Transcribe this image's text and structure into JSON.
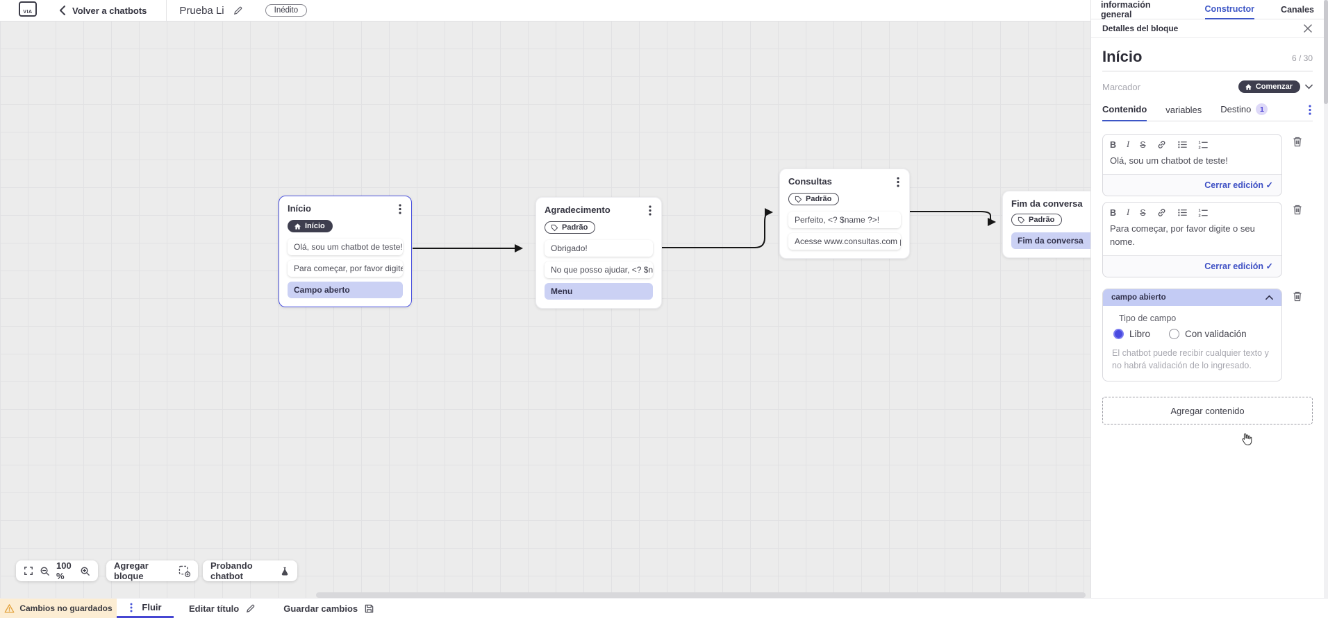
{
  "header": {
    "logo": "VIA",
    "back_label": "Volver a chatbots",
    "title": "Prueba Li",
    "status_badge": "Inédito"
  },
  "top_tabs": {
    "general": "información general",
    "constructor": "Constructor",
    "channels": "Canales"
  },
  "canvas": {
    "zoom_level": "100 %",
    "add_block": "Agregar bloque",
    "test_chatbot": "Probando chatbot",
    "nodes": [
      {
        "title": "Início",
        "badge": "Início",
        "items": [
          "Olá, sou um chatbot de teste!",
          "Para começar, por favor digite o ...",
          "Campo aberto"
        ]
      },
      {
        "title": "Agradecimento",
        "badge": "Padrão",
        "items": [
          "Obrigado!",
          "No que posso ajudar, <? $name ...",
          "Menu"
        ]
      },
      {
        "title": "Consultas",
        "badge": "Padrão",
        "items": [
          "Perfeito, <? $name ?>!",
          "Acesse www.consultas.com par..."
        ]
      },
      {
        "title": "Fim da conversa",
        "badge": "Padrão",
        "items": [
          "Fim da conversa"
        ]
      }
    ]
  },
  "panel": {
    "header": "Detalles del bloque",
    "block_name": "Início",
    "char_counter": "6 / 30",
    "marker_label": "Marcador",
    "marker_value": "Comenzar",
    "tabs": {
      "content": "Contenido",
      "variables": "variables",
      "destination": "Destino",
      "destination_badge": "1"
    },
    "editors": [
      {
        "text": "Olá, sou um chatbot de teste!",
        "close_label": "Cerrar edición"
      },
      {
        "text": "Para começar, por favor digite o seu nome.",
        "close_label": "Cerrar edición"
      }
    ],
    "open_field": {
      "title": "campo abierto",
      "type_label": "Tipo de campo",
      "option_free": "Libro",
      "option_validated": "Con validación",
      "description": "El chatbot puede recibir cualquier texto y no habrá validación de lo ingresado."
    },
    "add_content": "Agregar contenido"
  },
  "footer": {
    "unsaved": "Cambios no guardados",
    "flow_tab": "Fluir",
    "edit_title": "Editar título",
    "save": "Guardar cambios"
  },
  "colors": {
    "accent_blue": "#3d56c6",
    "selection_purple": "#4a51df",
    "dark_badge": "#3e3e4e",
    "item_purple": "#cbd1f4",
    "open_field_header": "#c3cbf4",
    "warning_bg": "#fcedd3",
    "warning_icon": "#e3a23c",
    "canvas_bg": "#ececec"
  }
}
